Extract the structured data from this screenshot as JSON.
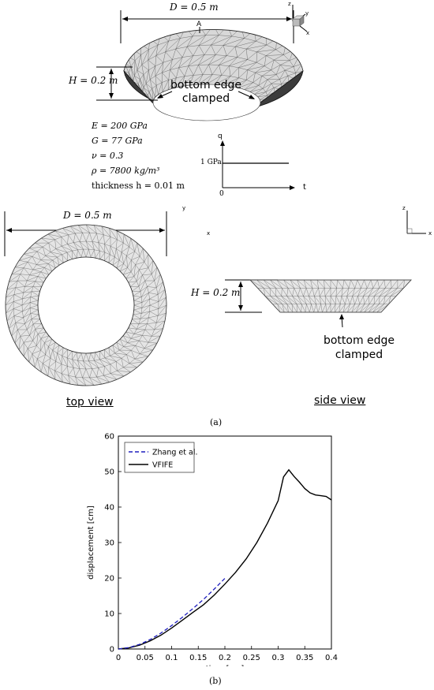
{
  "figure_a": {
    "top_dimension": "D = 0.5 m",
    "point_label": "A",
    "height_dimension": "H = 0.2 m",
    "clamp_label": [
      "bottom edge",
      "clamped"
    ],
    "properties": [
      "E = 200 GPa",
      "G = 77 GPa",
      "ν = 0.3",
      "ρ = 7800 kg/m³",
      "thickness h = 0.01 m"
    ],
    "load_graph": {
      "y_axis": "q",
      "x_axis": "t",
      "level_label": "1 GPa",
      "origin": "0"
    },
    "top_view": {
      "dimension": "D = 0.5 m",
      "caption": "top view",
      "axes": [
        "y",
        "x"
      ]
    },
    "side_view": {
      "dimension": "H = 0.2 m",
      "clamp_label": [
        "bottom edge",
        "clamped"
      ],
      "caption": "side view",
      "axes": [
        "z",
        "x"
      ]
    },
    "axes_3d": [
      "z",
      "y",
      "x"
    ],
    "label": "(a)"
  },
  "chart_data": {
    "type": "line",
    "xlabel": "time [ms]",
    "ylabel": "displacement [cm]",
    "xlim": [
      0,
      0.4
    ],
    "ylim": [
      0,
      60
    ],
    "xticks": [
      "0",
      "0.05",
      "0.1",
      "0.15",
      "0.2",
      "0.25",
      "0.3",
      "0.35",
      "0.4"
    ],
    "yticks": [
      "0",
      "10",
      "20",
      "30",
      "40",
      "50",
      "60"
    ],
    "legend_position": "top-left",
    "series": [
      {
        "name": "Zhang et al.",
        "style": "dashed",
        "color": "#1f1fbf",
        "x": [
          0,
          0.02,
          0.04,
          0.06,
          0.08,
          0.1,
          0.12,
          0.14,
          0.16,
          0.18,
          0.2
        ],
        "y": [
          0,
          0.4,
          1.3,
          2.7,
          4.5,
          6.6,
          8.9,
          11.4,
          14.0,
          16.9,
          19.9
        ]
      },
      {
        "name": "VFIFE",
        "style": "solid",
        "color": "#000000",
        "x": [
          0,
          0.02,
          0.04,
          0.06,
          0.08,
          0.1,
          0.12,
          0.14,
          0.16,
          0.18,
          0.2,
          0.22,
          0.24,
          0.26,
          0.28,
          0.3,
          0.31,
          0.32,
          0.33,
          0.34,
          0.35,
          0.36,
          0.37,
          0.38,
          0.39,
          0.4
        ],
        "y": [
          0,
          0.3,
          1.1,
          2.3,
          3.9,
          5.9,
          8.1,
          10.3,
          12.5,
          15.2,
          18.3,
          21.6,
          25.4,
          30.0,
          35.5,
          41.8,
          48.5,
          50.5,
          48.6,
          47.0,
          45.2,
          44.0,
          43.4,
          43.2,
          43.0,
          42.0
        ]
      }
    ],
    "label": "(b)"
  }
}
